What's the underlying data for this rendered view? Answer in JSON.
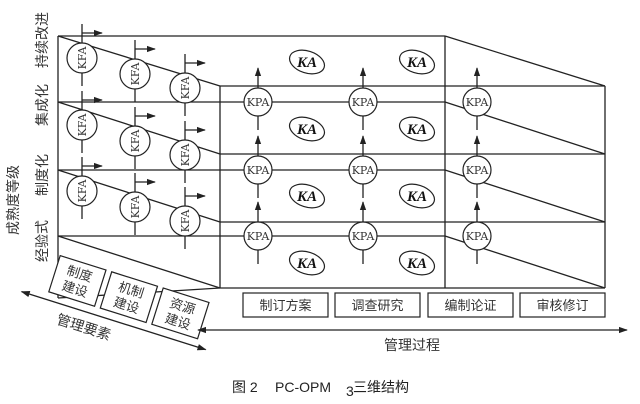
{
  "caption": {
    "prefix": "图 2",
    "model": "PC-OPM",
    "subscript": "3",
    "suffix": "三维结构"
  },
  "axes": {
    "maturity_axis": "成熟度等级",
    "element_axis": "管理要素",
    "process_axis": "管理过程"
  },
  "maturity_levels": [
    "经验式",
    "制度化",
    "集成化",
    "持续改进"
  ],
  "management_elements": [
    {
      "line1": "制度",
      "line2": "建设"
    },
    {
      "line1": "机制",
      "line2": "建设"
    },
    {
      "line1": "资源",
      "line2": "建设"
    }
  ],
  "management_processes": [
    "制订方案",
    "调查研究",
    "编制论证",
    "审核修订"
  ],
  "node_labels": {
    "kfa": "KFA",
    "kpa": "KPA",
    "ka": "KA"
  }
}
